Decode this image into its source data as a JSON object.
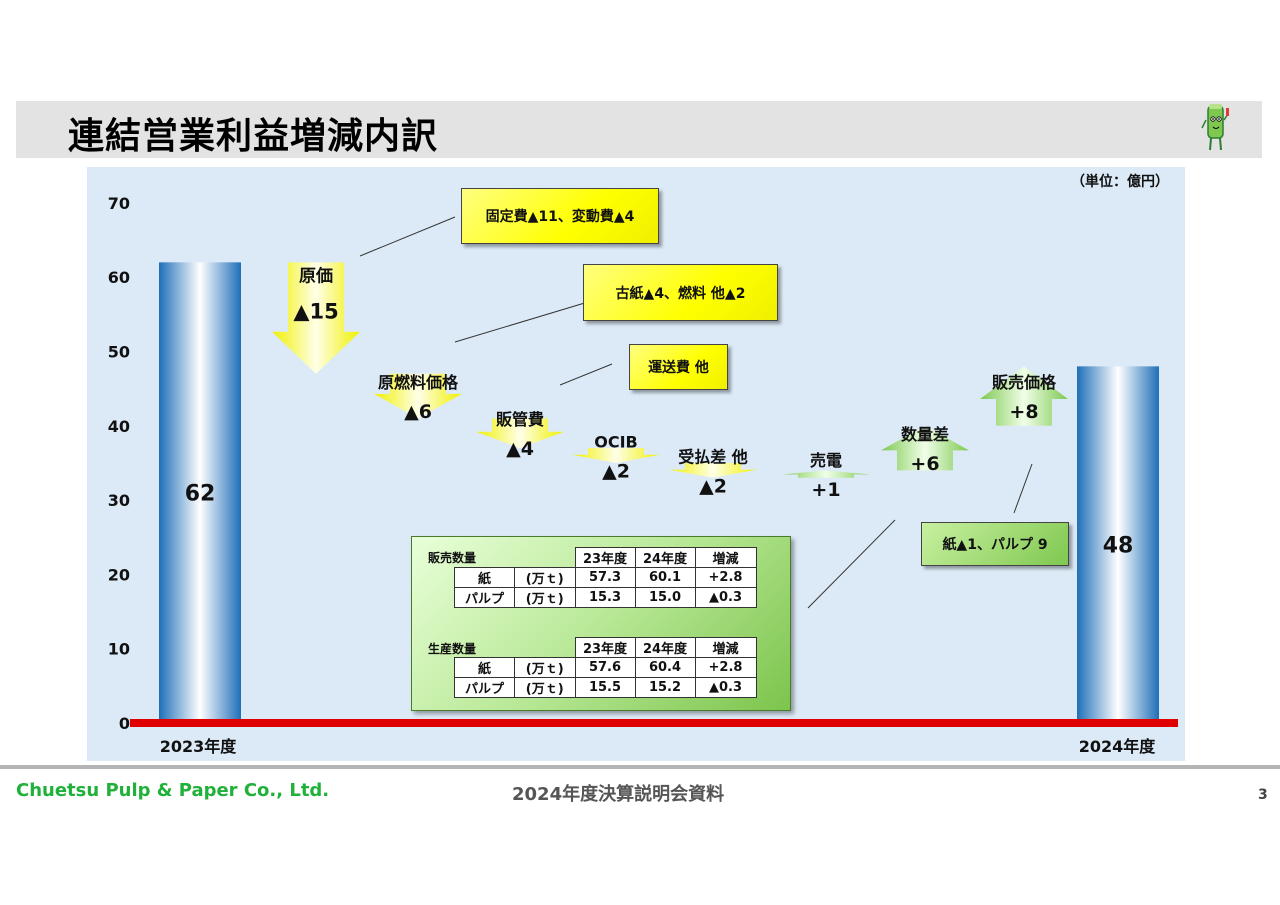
{
  "page": {
    "title": "連結営業利益増減内訳",
    "unit": "（単位：億円）",
    "footer_company": "Chuetsu Pulp & Paper Co., Ltd.",
    "footer_doc": "2024年度決算説明会資料",
    "page_number": "3"
  },
  "chart_data": {
    "type": "waterfall",
    "ylim": [
      0,
      70
    ],
    "yticks": [
      "0",
      "10",
      "20",
      "30",
      "40",
      "50",
      "60",
      "70"
    ],
    "start": {
      "label": "2023年度",
      "value": 62,
      "value_label": "62"
    },
    "end": {
      "label": "2024年度",
      "value": 48,
      "value_label": "48"
    },
    "steps": [
      {
        "name": "原価",
        "value": -15,
        "value_label": "▲15"
      },
      {
        "name": "原燃料価格",
        "value": -6,
        "value_label": "▲6"
      },
      {
        "name": "販管費",
        "value": -4,
        "value_label": "▲4"
      },
      {
        "name": "OCIB",
        "value": -2,
        "value_label": "▲2"
      },
      {
        "name": "受払差 他",
        "value": -2,
        "value_label": "▲2"
      },
      {
        "name": "売電",
        "value": 1,
        "value_label": "+1"
      },
      {
        "name": "数量差",
        "value": 6,
        "value_label": "+6"
      },
      {
        "name": "販売価格",
        "value": 8,
        "value_label": "+8"
      }
    ],
    "colors": {
      "bar": "#1f6fb8",
      "down_arrow": "#f0f000",
      "up_arrow": "#7ec850",
      "baseline": "#e00000"
    }
  },
  "callouts": {
    "cost": "固定費▲11、変動費▲4",
    "raw_material": "古紙▲4、燃料 他▲2",
    "transport": "運送費 他",
    "price": "紙▲1、パルプ 9"
  },
  "sales_table": {
    "title": "販売数量",
    "headers": [
      "23年度",
      "24年度",
      "増減"
    ],
    "rows": [
      {
        "item": "紙",
        "unit": "(万ｔ)",
        "v23": "57.3",
        "v24": "60.1",
        "diff": "+2.8"
      },
      {
        "item": "パルプ",
        "unit": "(万ｔ)",
        "v23": "15.3",
        "v24": "15.0",
        "diff": "▲0.3"
      }
    ]
  },
  "production_table": {
    "title": "生産数量",
    "headers": [
      "23年度",
      "24年度",
      "増減"
    ],
    "rows": [
      {
        "item": "紙",
        "unit": "(万ｔ)",
        "v23": "57.6",
        "v24": "60.4",
        "diff": "+2.8"
      },
      {
        "item": "パルプ",
        "unit": "(万ｔ)",
        "v23": "15.5",
        "v24": "15.2",
        "diff": "▲0.3"
      }
    ]
  }
}
